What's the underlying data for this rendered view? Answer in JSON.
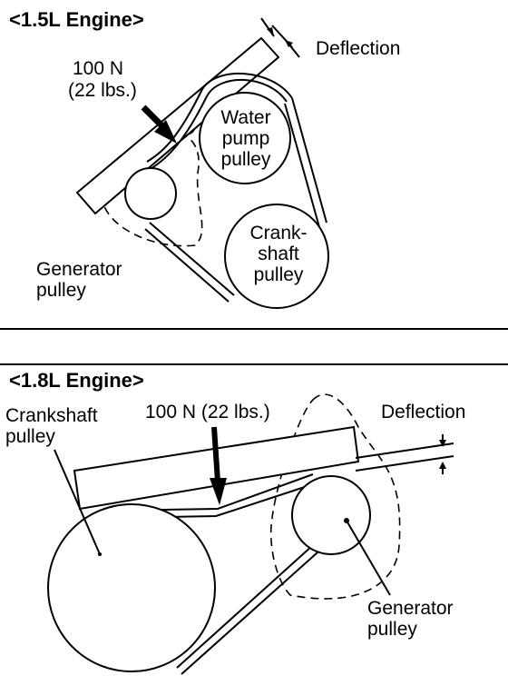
{
  "top_section": {
    "title": "<1.5L Engine>",
    "force_line1": "100 N",
    "force_line2": "(22 lbs.)",
    "deflection_label": "Deflection",
    "water_pump_label": "Water\npump\npulley",
    "crankshaft_label": "Crank-\nshaft\npulley",
    "generator_label": "Generator\npulley"
  },
  "bottom_section": {
    "title": "<1.8L Engine>",
    "force_label": "100 N (22 lbs.)",
    "deflection_label": "Deflection",
    "crankshaft_label": "Crankshaft\npulley",
    "generator_label": "Generator\npulley"
  }
}
